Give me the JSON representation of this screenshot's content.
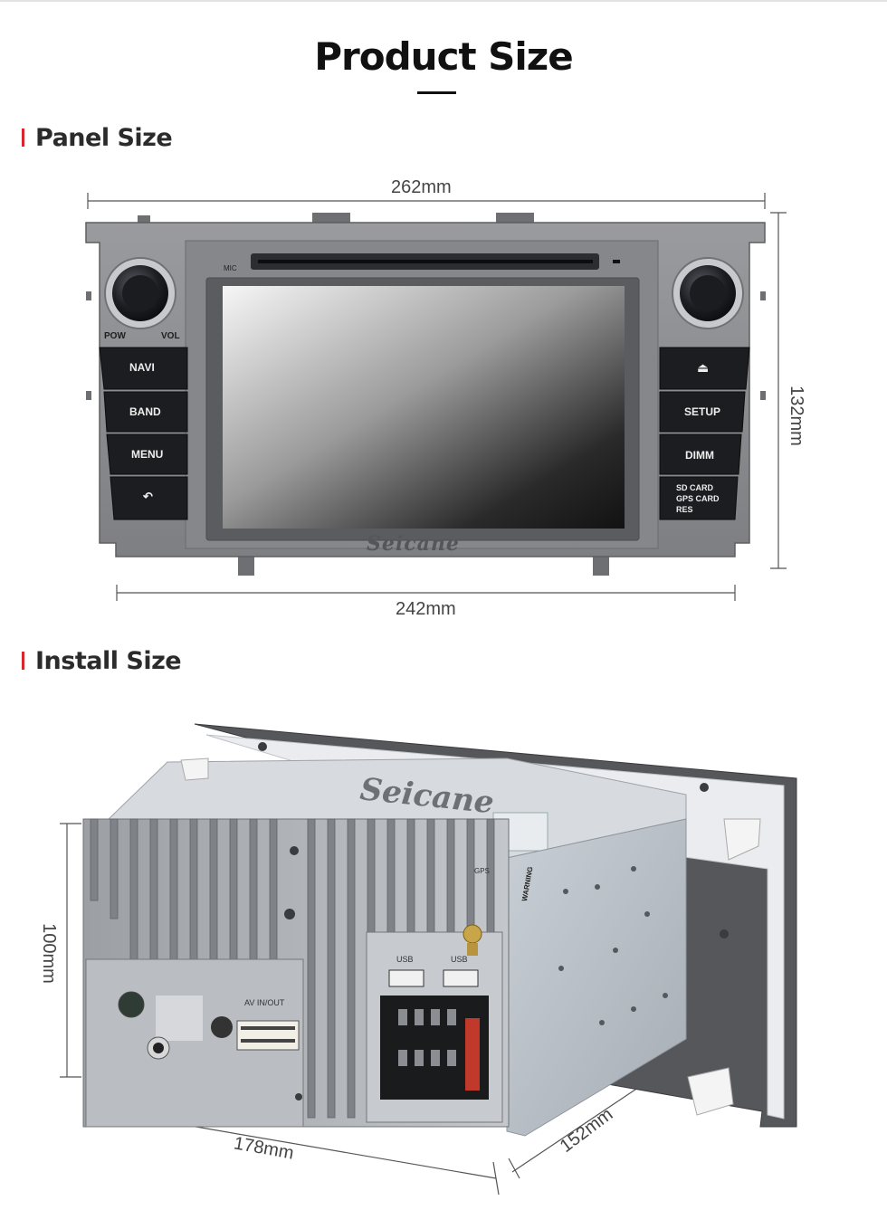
{
  "page": {
    "title": "Product Size"
  },
  "sections": {
    "panel": {
      "heading": "Panel Size"
    },
    "install": {
      "heading": "Install Size"
    }
  },
  "dimensions": {
    "panel_width_top": "262mm",
    "panel_width_bottom": "242mm",
    "panel_height": "132mm",
    "install_height": "100mm",
    "install_width": "178mm",
    "install_depth": "152mm"
  },
  "device_front": {
    "brand": "Seicane",
    "mic_label": "MIC",
    "knob_left_labels": [
      "POW",
      "VOL"
    ],
    "left_buttons": [
      "NAVI",
      "BAND",
      "MENU",
      "↶"
    ],
    "right_buttons": [
      "⏏",
      "SETUP",
      "DIMM"
    ],
    "card_slot_labels": [
      "SD CARD",
      "GPS CARD",
      "RES"
    ]
  },
  "device_back": {
    "brand": "Seicane",
    "usb_labels": [
      "USB",
      "USB"
    ],
    "av_label": "AV IN/OUT",
    "gps_label": "GPS",
    "warning_label": "WARNING"
  },
  "colors": {
    "accent": "#d7262c",
    "panel_gray": "#8c8d90",
    "button_black": "#1c1d20"
  }
}
